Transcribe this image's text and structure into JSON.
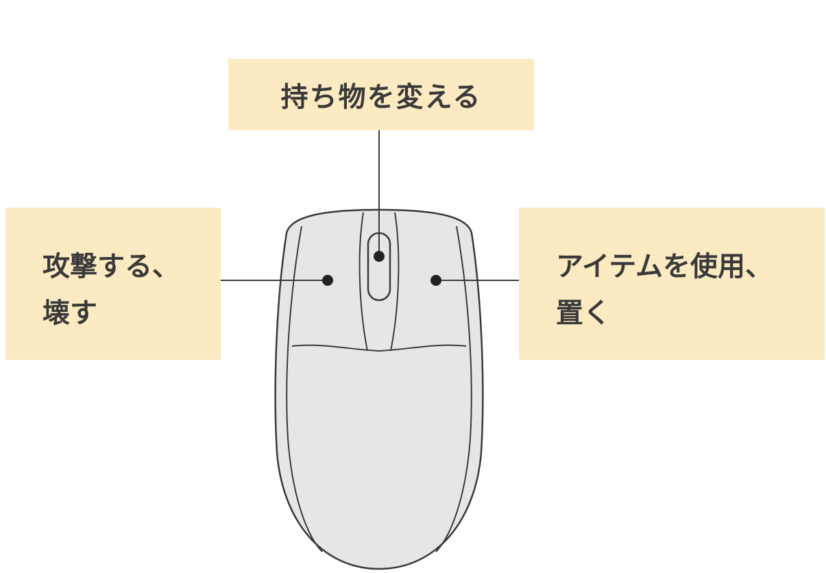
{
  "labels": {
    "middle_button": "持ち物を変える",
    "left_button_line1": "攻撃する、",
    "left_button_line2": "壊す",
    "right_button_line1": "アイテムを使用、",
    "right_button_line2": "置く"
  },
  "colors": {
    "label_background": "#fcebc2",
    "mouse_fill": "#e6e6e8",
    "outline": "#3a3a3a",
    "text": "#3a3a3a"
  },
  "icons": {
    "mouse": "computer-mouse-icon"
  }
}
